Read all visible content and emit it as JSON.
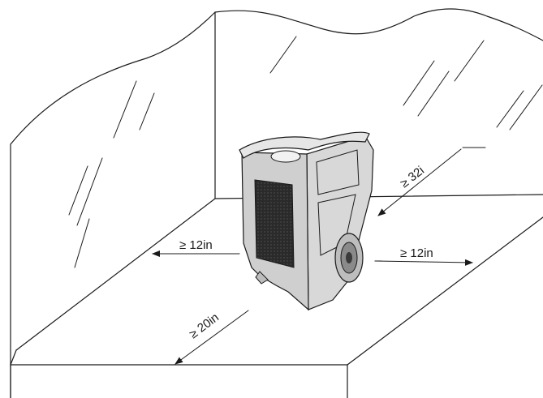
{
  "diagram": {
    "clearances": {
      "left": "≥ 12in",
      "right": "≥ 12in",
      "back": "≥ 32i",
      "front": "≥ 20in"
    }
  }
}
